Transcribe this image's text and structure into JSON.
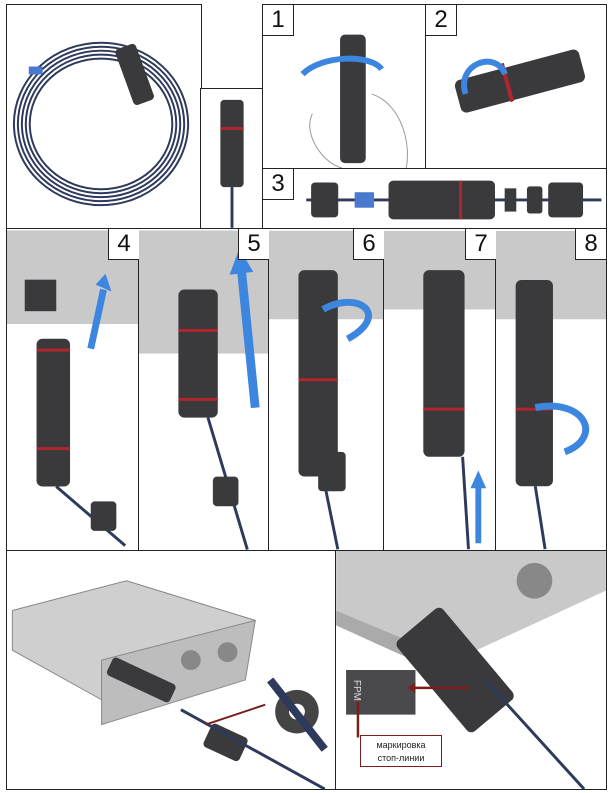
{
  "steps": [
    "1",
    "2",
    "3",
    "4",
    "5",
    "6",
    "7",
    "8"
  ],
  "callout": {
    "line1": "маркировка",
    "line2": "стоп-линии",
    "part_marking": "FPM"
  },
  "colors": {
    "arrow": "#3d86e0",
    "seal": "#b0262c",
    "connector": "#3a3a3c",
    "cable": "#2e3a5c",
    "wall": "#c9c9c9",
    "leader": "#7a1d1d"
  }
}
